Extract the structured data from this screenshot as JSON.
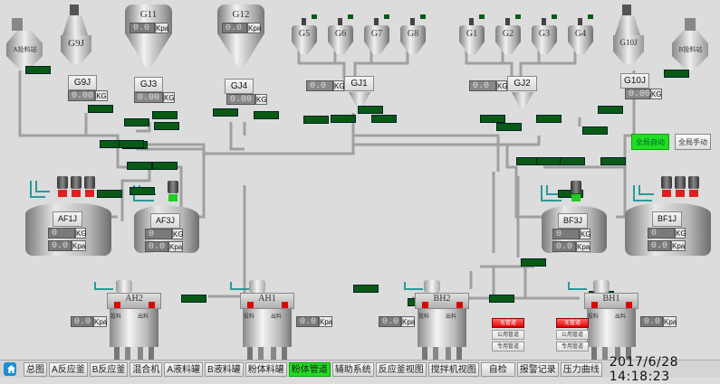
{
  "hoppers": {
    "feed_a": {
      "label": "A投料站"
    },
    "feed_b": {
      "label": "B投料站"
    },
    "g9j": {
      "label": "G9J"
    },
    "g10j": {
      "label": "G10J"
    },
    "g11": {
      "label": "G11",
      "value": "0.0",
      "unit": "Kpa"
    },
    "g12": {
      "label": "G12",
      "value": "0.0",
      "unit": "Kpa"
    },
    "small": [
      "G5",
      "G6",
      "G7",
      "G8",
      "G1",
      "G2",
      "G3",
      "G4"
    ]
  },
  "scales": {
    "g9j": {
      "label": "G9J",
      "value": "0.00",
      "unit": "KG"
    },
    "gj3": {
      "label": "GJ3",
      "value": "0.00",
      "unit": "KG"
    },
    "gj4": {
      "label": "GJ4",
      "value": "0.00",
      "unit": "KG"
    },
    "gj1": {
      "label": "GJ1",
      "value": "0.0",
      "unit": "KG"
    },
    "gj2": {
      "label": "GJ2",
      "value": "0.0",
      "unit": "KG"
    },
    "g10j": {
      "label": "G10J",
      "value": "0.00",
      "unit": "KG"
    }
  },
  "reactors": {
    "af1j": {
      "label": "AF1J",
      "weight": "0",
      "weight_unit": "KG",
      "pressure": "0.0",
      "pressure_unit": "Kpa"
    },
    "af3j": {
      "label": "AF3J",
      "weight": "0",
      "weight_unit": "KG",
      "pressure": "0.0",
      "pressure_unit": "Kpa"
    },
    "bf3j": {
      "label": "BF3J",
      "weight": "0",
      "weight_unit": "KG",
      "pressure": "0.0",
      "pressure_unit": "Kpa"
    },
    "bf1j": {
      "label": "BF1J",
      "weight": "0",
      "weight_unit": "KG",
      "pressure": "0.0",
      "pressure_unit": "Kpa"
    }
  },
  "mixers": {
    "ah2": {
      "label": "AH2",
      "pressure": "0.0",
      "unit": "Kpa",
      "side_left": "投料",
      "side_right": "出料"
    },
    "ah1": {
      "label": "AH1",
      "pressure": "0.0",
      "unit": "Kpa",
      "side_left": "投料",
      "side_right": "出料"
    },
    "bh2": {
      "label": "BH2",
      "pressure": "0.0",
      "unit": "Kpa",
      "side_left": "投料",
      "side_right": "出料"
    },
    "bh1": {
      "label": "BH1",
      "pressure": "0.0",
      "unit": "Kpa",
      "side_left": "投料",
      "side_right": "出料"
    }
  },
  "mode": {
    "auto": "全局自动",
    "manual": "全局手动",
    "active": "auto"
  },
  "pipe_select": {
    "left": [
      "无管道",
      "公用管道",
      "专用管道"
    ],
    "right": [
      "无管道",
      "公用管道",
      "专用管道"
    ],
    "selected": "无管道"
  },
  "nav": {
    "home_icon": "home-icon",
    "items": [
      "总图",
      "A反应釜",
      "B反应釜",
      "混合机",
      "A液料罐",
      "B液料罐",
      "粉体料罐",
      "粉体管道",
      "辅助系统",
      "反应釜视图",
      "搅拌机视图",
      "自检",
      "报警记录",
      "压力曲线"
    ],
    "active": "粉体管道"
  },
  "datetime": "2017/6/28  14:18:23",
  "colors": {
    "active_green": "#22dd22",
    "status_green": "#0a5a16",
    "alarm_red": "#e00000",
    "pipe": "#a8a8a8",
    "teal": "#2a9a9a"
  }
}
